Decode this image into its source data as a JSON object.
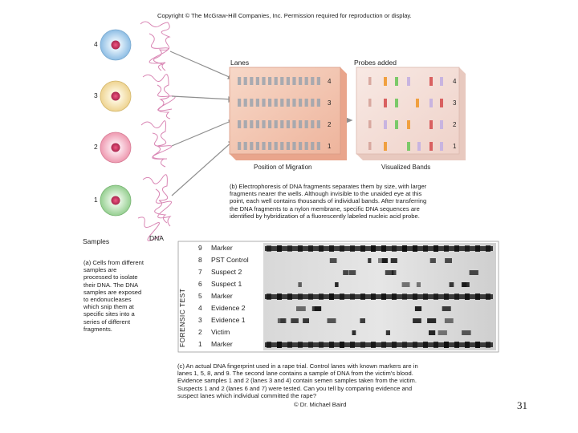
{
  "copyright": "Copyright © The McGraw-Hill Companies, Inc. Permission required for reproduction or display.",
  "panel_b": {
    "lanes_title": "Lanes",
    "probes_title": "Probes added",
    "lane_numbers": [
      "4",
      "3",
      "2",
      "1"
    ],
    "position_label": "Position of Migration",
    "visualized_label": "Visualized Bands",
    "caption": [
      "(b) Electrophoresis of DNA fragments separates them by size, with larger",
      "fragments nearer the wells. Although invisible to the unaided eye at this",
      "point, each well contains thousands of individual bands. After transferring",
      "the DNA fragments to a nylon membrane, specific DNA sequences are",
      "identified by hybridization of a fluorescently labeled nucleic acid probe."
    ]
  },
  "panel_a": {
    "cell_numbers": [
      "4",
      "3",
      "2",
      "1"
    ],
    "samples_label": "Samples",
    "dna_label": "DNA",
    "caption": [
      "(a) Cells from different",
      "samples are",
      "processed to isolate",
      "their DNA. The DNA",
      "samples are exposed",
      "to endonucleases",
      "which snip them at",
      "specific sites into a",
      "series of different",
      "fragments."
    ]
  },
  "panel_c": {
    "vertical_label": "FORENSIC TEST",
    "lane_numbers": [
      "9",
      "8",
      "7",
      "6",
      "5",
      "4",
      "3",
      "2",
      "1"
    ],
    "lane_labels": [
      "Marker",
      "PST Control",
      "Suspect 2",
      "Suspect 1",
      "Marker",
      "Evidence 2",
      "Evidence 1",
      "Victim",
      "Marker"
    ],
    "caption": [
      "(c) An actual DNA fingerprint used in a rape trial. Control lanes with known markers are in",
      "lanes 1, 5, 8, and 9. The second lane contains a sample of DNA from the victim's blood.",
      "Evidence samples 1 and 2 (lanes 3 and 4) contain semen samples taken from the victim.",
      "Suspects 1 and 2 (lanes 6 and 7) were tested. Can you tell by comparing evidence and",
      "suspect lanes which individual committed the rape?"
    ],
    "credit": "© Dr. Michael Baird"
  },
  "page_number": "31",
  "colors": {
    "gel_background": "#f2c4b0",
    "membrane_background": "#f4ddd6",
    "cell_blue": "#9ec7e8",
    "cell_yellow": "#f6e3a8",
    "cell_pink": "#f2a7bb",
    "cell_green": "#a6d7a2",
    "dna_strand": "#d986b4",
    "probe_orange": "#f0a040",
    "probe_green": "#7cc96a",
    "probe_lavender": "#c8b4e0",
    "probe_red": "#d96060"
  }
}
